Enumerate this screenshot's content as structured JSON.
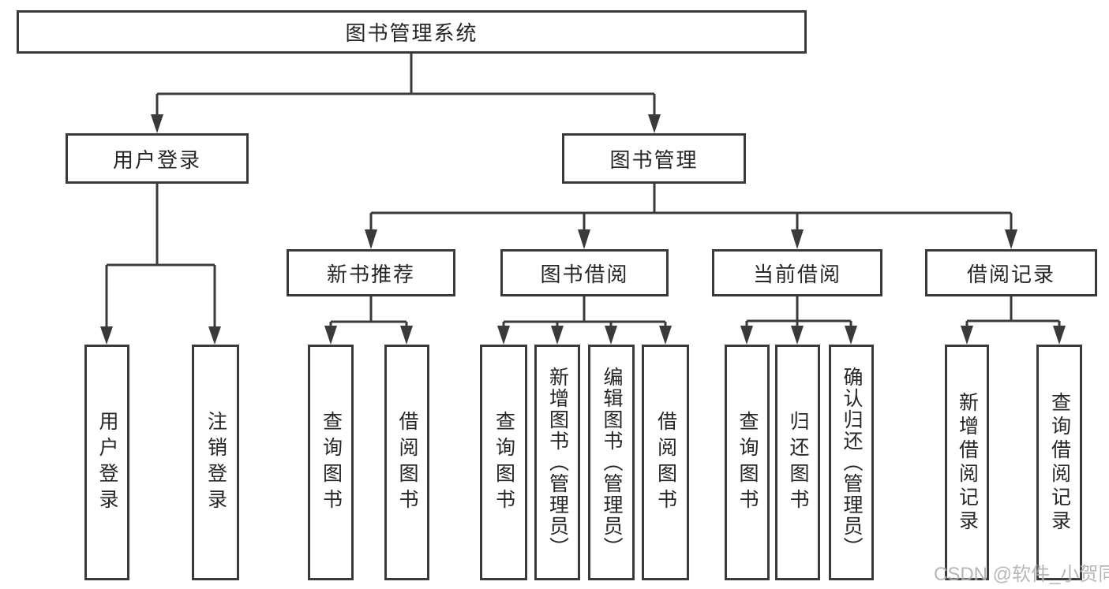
{
  "diagram": {
    "root": {
      "label": "图书管理系统"
    },
    "user_login": {
      "label": "用户登录",
      "children": {
        "login": {
          "label": "用户登录"
        },
        "logout": {
          "label": "注销登录"
        }
      }
    },
    "book_management": {
      "label": "图书管理",
      "children": {
        "new_book_recommend": {
          "label": "新书推荐",
          "children": {
            "query_books": {
              "label": "查询图书"
            },
            "borrow_books": {
              "label": "借阅图书"
            }
          }
        },
        "book_borrow": {
          "label": "图书借阅",
          "children": {
            "query_books": {
              "label": "查询图书"
            },
            "add_books_admin": {
              "label": "新增图书（管理员）"
            },
            "edit_books_admin": {
              "label": "编辑图书（管理员）"
            },
            "borrow_books": {
              "label": "借阅图书"
            }
          }
        },
        "current_borrow": {
          "label": "当前借阅",
          "children": {
            "query_books": {
              "label": "查询图书"
            },
            "return_books": {
              "label": "归还图书"
            },
            "confirm_return_admin": {
              "label": "确认归还（管理员）"
            }
          }
        },
        "borrow_records": {
          "label": "借阅记录",
          "children": {
            "add_borrow_record": {
              "label": "新增借阅记录"
            },
            "query_borrow_record": {
              "label": "查询借阅记录"
            }
          }
        }
      }
    }
  },
  "watermark": {
    "text": "CSDN @软件_小贺同学"
  },
  "colors": {
    "line": "#3a3a3a",
    "text": "#262626",
    "watermark": "#b0b0b0",
    "background": "#ffffff"
  }
}
